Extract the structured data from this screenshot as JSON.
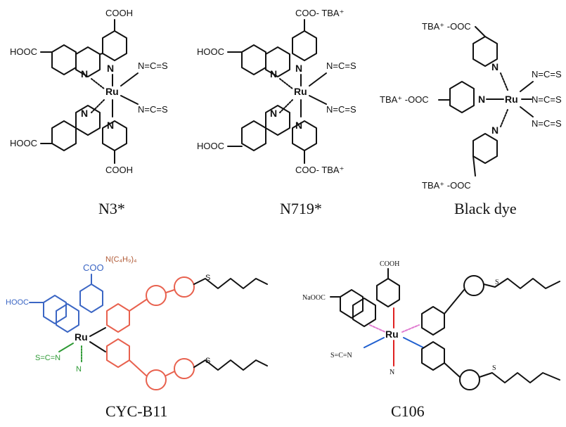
{
  "captions": {
    "n3": "N3*",
    "n719": "N719*",
    "black_dye": "Black dye",
    "cyc_b11": "CYC-B11",
    "c106": "C106"
  },
  "labels": {
    "cooh": "COOH",
    "hooc": "HOOC",
    "coo_tba": "COO- TBA⁺",
    "tba_ooc": "TBA⁺ -OOC",
    "ncs": "N=C=S",
    "ru": "Ru",
    "n": "N",
    "s": "S",
    "scn": "S=C=N",
    "coo_anion": "COO",
    "counter_ion": "N(C₄H₉)₄",
    "nacoo": "NaOOC"
  },
  "colors": {
    "ink": "#111111",
    "cyc_blue": "#3b66c4",
    "cyc_red": "#e8614e",
    "cyc_green": "#2e9a35",
    "cyc_brown": "#b05a36",
    "c106_blue": "#1f5fcf",
    "c106_red": "#e02020",
    "c106_pink": "#e07ad0"
  }
}
